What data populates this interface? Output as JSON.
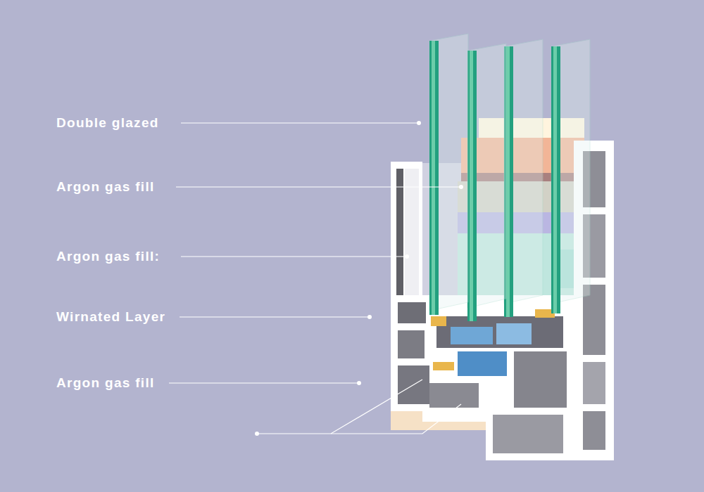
{
  "diagram": {
    "labels": [
      "Double glazed",
      "Argon gas fill",
      "Argon gas fill:",
      "Wirnated Layer",
      "Argon gas fill"
    ]
  }
}
